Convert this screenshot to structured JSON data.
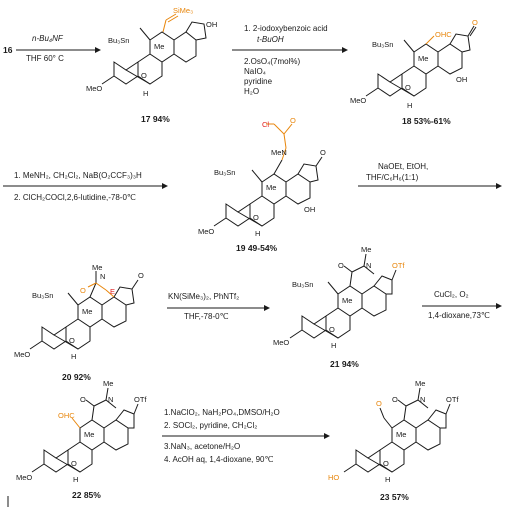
{
  "start": {
    "label": "16"
  },
  "steps": {
    "s1": {
      "line1": "n-Bu₄NF",
      "line2": "THF 60° C"
    },
    "s2": {
      "line1": "1. 2-iodoxybenzoic acid",
      "line2": "t-BuOH",
      "line3": "2.OsO₄(7mol%)",
      "line4": "NaIO₄",
      "line5": "pyridine",
      "line6": "H₂O"
    },
    "s3": {
      "line1": "1. MeNH₂, CH₂Cl₂, NaB(O₂CCF₃)₃H",
      "line2": "2. ClCH₂COCl,2,6-lutidine,-78-0℃"
    },
    "s4": {
      "line1": "NaOEt, EtOH,",
      "line2": "THF/C₆H₆(1:1)"
    },
    "s5": {
      "line1": "KN(SiMe₃)₂, PhNTf₂",
      "line2": "THF,-78-0℃"
    },
    "s6": {
      "line1": "CuCl₂, O₂",
      "line2": "1,4-dioxane,73℃"
    },
    "s7": {
      "line1": "1.NaClO₂, NaH₂PO₄,DMSO/H₂O",
      "line2": "2. SOCl₂, pyridine, CH₂Cl₂",
      "line3": "3.NaN₃, acetone/H₂O",
      "line4": "4. AcOH aq, 1,4-dioxane, 90℃"
    }
  },
  "compounds": {
    "c17": {
      "label": "17 94%",
      "atoms": {
        "sime3": "SiMe₃",
        "me": "Me",
        "oh": "OH",
        "bu3sn": "Bu₃Sn",
        "o": "O",
        "meo": "MeO",
        "h": "H"
      }
    },
    "c18": {
      "label": "18 53%-61%",
      "atoms": {
        "ohc": "OHC",
        "ketone_o": "O",
        "me": "Me",
        "bu3sn": "Bu₃Sn",
        "oh": "OH",
        "o": "O",
        "meo": "MeO",
        "h": "H"
      }
    },
    "c19": {
      "label": "19 49-54%",
      "atoms": {
        "cl": "Cl",
        "amide_o": "O",
        "men": "MeN",
        "n": "N",
        "me": "Me",
        "ketone_o": "O",
        "bu3sn": "Bu₃Sn",
        "oh": "OH",
        "o": "O",
        "meo": "MeO",
        "h": "H"
      }
    },
    "c20": {
      "label": "20 92%",
      "atoms": {
        "nme": "Me",
        "n": "N",
        "amide_o": "O",
        "e": "E",
        "ketone_o": "O",
        "me": "Me",
        "bu3sn": "Bu₃Sn",
        "o": "O",
        "meo": "MeO",
        "h": "H"
      }
    },
    "c21": {
      "label": "21 94%",
      "atoms": {
        "nme": "Me",
        "n": "N",
        "amide_o": "O",
        "otf": "OTf",
        "me": "Me",
        "bu3sn": "Bu₃Sn",
        "o": "O",
        "meo": "MeO",
        "h": "H"
      }
    },
    "c22": {
      "label": "22 85%",
      "atoms": {
        "nme": "Me",
        "n": "N",
        "ohc": "OHC",
        "amide_o": "O",
        "otf": "OTf",
        "me": "Me",
        "o": "O",
        "meo": "MeO",
        "h": "H"
      }
    },
    "c23": {
      "label": "23 57%",
      "atoms": {
        "nme": "Me",
        "n": "N",
        "lactone_o": "O",
        "amide_o": "O",
        "otf": "OTf",
        "me": "Me",
        "o": "O",
        "ho": "HO",
        "h": "H"
      }
    }
  },
  "colors": {
    "ink": "#1a1a1a",
    "highlight": "#e8860c",
    "emphasis": "#e02020"
  }
}
